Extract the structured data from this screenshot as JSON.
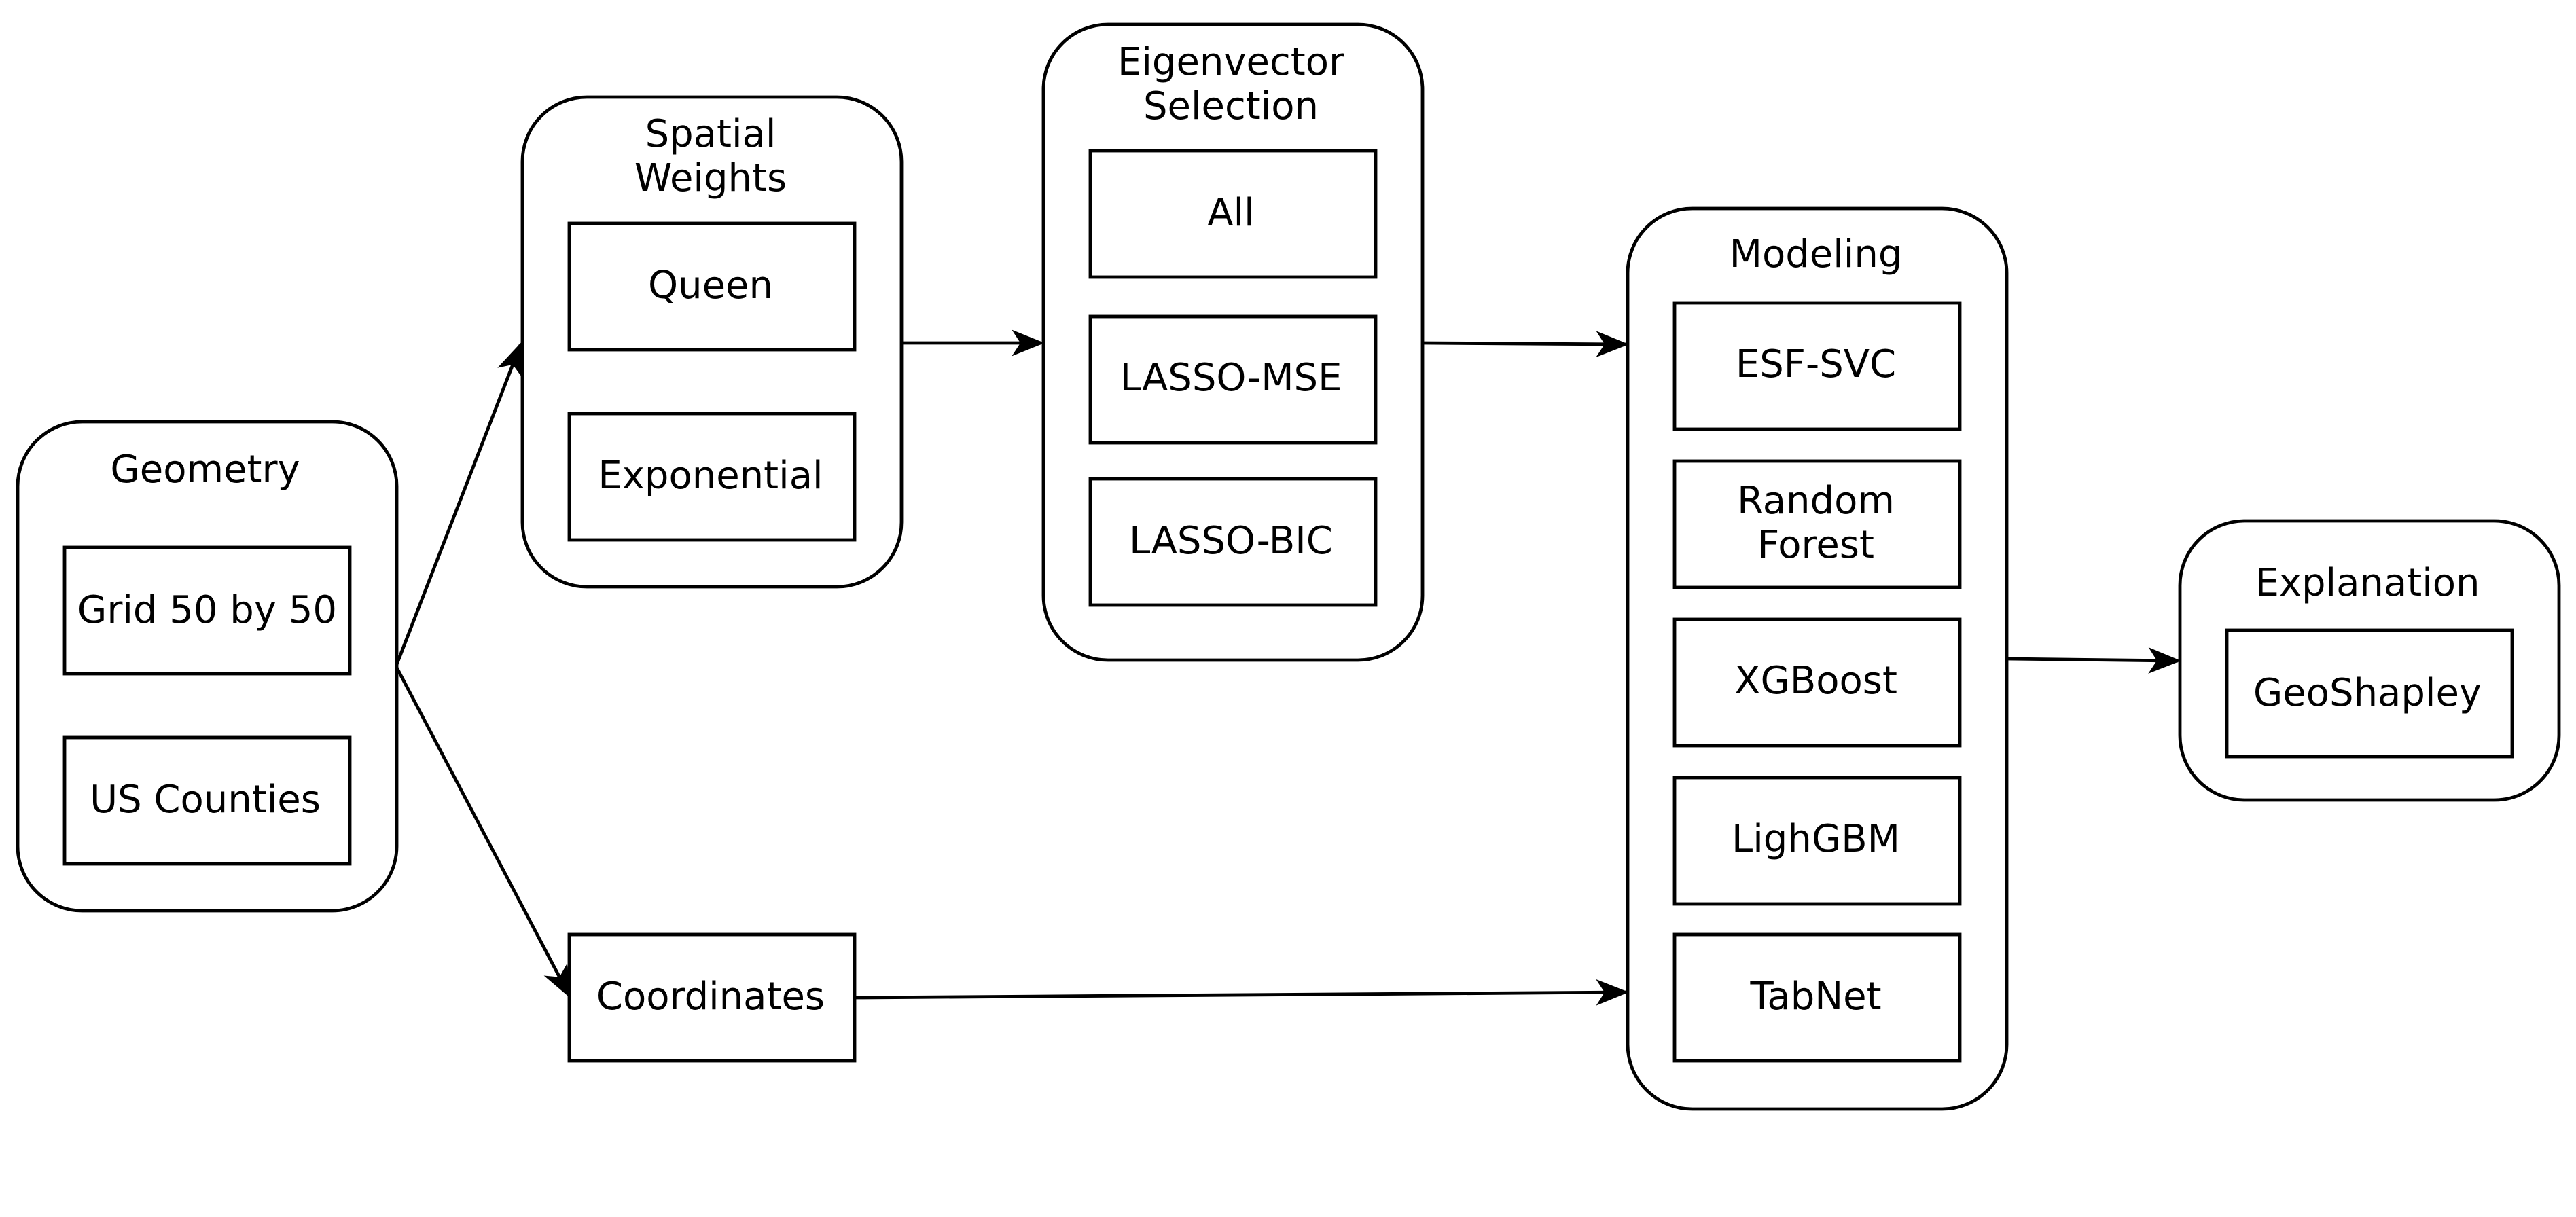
{
  "diagram": {
    "groups": {
      "geometry": {
        "title": [
          "Geometry"
        ],
        "items": [
          "Grid 50 by 50",
          "US Counties"
        ]
      },
      "spatial_weights": {
        "title": [
          "Spatial",
          "Weights"
        ],
        "items": [
          "Queen",
          "Exponential"
        ]
      },
      "eigenvector_selection": {
        "title": [
          "Eigenvector",
          "Selection"
        ],
        "items": [
          "All",
          "LASSO-MSE",
          "LASSO-BIC"
        ]
      },
      "modeling": {
        "title": [
          "Modeling"
        ],
        "items": [
          [
            "ESF-SVC"
          ],
          [
            "Random",
            "Forest"
          ],
          [
            "XGBoost"
          ],
          [
            "LighGBM"
          ],
          [
            "TabNet"
          ]
        ]
      },
      "explanation": {
        "title": [
          "Explanation"
        ],
        "items": [
          "GeoShapley"
        ]
      }
    },
    "standalone": {
      "coordinates": "Coordinates"
    },
    "edges": [
      {
        "from": "Geometry",
        "to": "Spatial Weights"
      },
      {
        "from": "Geometry",
        "to": "Coordinates"
      },
      {
        "from": "Spatial Weights",
        "to": "Eigenvector Selection"
      },
      {
        "from": "Eigenvector Selection",
        "to": "Modeling"
      },
      {
        "from": "Coordinates",
        "to": "Modeling"
      },
      {
        "from": "Modeling",
        "to": "Explanation"
      }
    ]
  }
}
